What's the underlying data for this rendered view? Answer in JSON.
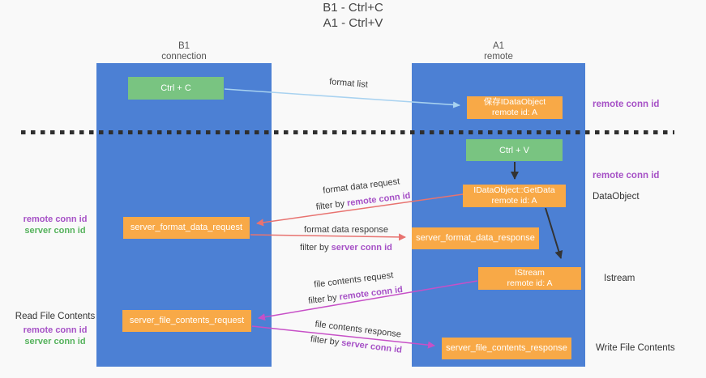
{
  "title": {
    "line1": "B1 - Ctrl+C",
    "line2": "A1 - Ctrl+V"
  },
  "lanes": {
    "left": {
      "title": "B1",
      "subtitle": "connection"
    },
    "right": {
      "title": "A1",
      "subtitle": "remote"
    }
  },
  "nodes": {
    "ctrl_c": {
      "label": "Ctrl + C"
    },
    "ctrl_v": {
      "label": "Ctrl + V"
    },
    "save_dataobject": {
      "line1": "保存IDataObject",
      "line2": "remote id: A"
    },
    "getdata": {
      "line1": "IDataObject::GetData",
      "line2": "remote id: A"
    },
    "istream": {
      "line1": "IStream",
      "line2": "remote id: A"
    },
    "format_request": {
      "label": "server_format_data_request"
    },
    "format_response": {
      "label": "server_format_data_response"
    },
    "file_request": {
      "label": "server_file_contents_request"
    },
    "file_response": {
      "label": "server_file_contents_response"
    }
  },
  "edge_labels": {
    "format_list": "format list",
    "format_data_request": {
      "line1": "format data request",
      "filter_prefix": "filter by ",
      "filter_id": "remote conn id"
    },
    "format_data_response": {
      "line1": "format data response",
      "filter_prefix": "filter by ",
      "filter_id": "server conn id"
    },
    "file_contents_request": {
      "line1": "file contents request",
      "filter_prefix": "filter by ",
      "filter_id": "remote conn id"
    },
    "file_contents_response": {
      "line1": "file contents response",
      "filter_prefix": "filter by ",
      "filter_id": "server conn id"
    }
  },
  "side_labels": {
    "right_remote_conn_id_1": "remote conn id",
    "right_remote_conn_id_2": "remote conn id",
    "dataobject": "DataObject",
    "istream": "Istream",
    "write_file_contents": "Write File Contents",
    "left_remote_conn_id_1": "remote conn id",
    "left_server_conn_id_1": "server conn id",
    "read_file_contents": "Read File Contents",
    "left_remote_conn_id_2": "remote conn id",
    "left_server_conn_id_2": "server conn id"
  },
  "colors": {
    "lane_blue": "#4c80d4",
    "box_green": "#79c481",
    "box_orange": "#f8a947",
    "purple_text": "#a651c6",
    "green_text": "#55b25c",
    "arrow_red": "#e87370",
    "arrow_magenta": "#c750c7",
    "arrow_lightblue": "#a8d2f0",
    "arrow_black": "#333333"
  }
}
